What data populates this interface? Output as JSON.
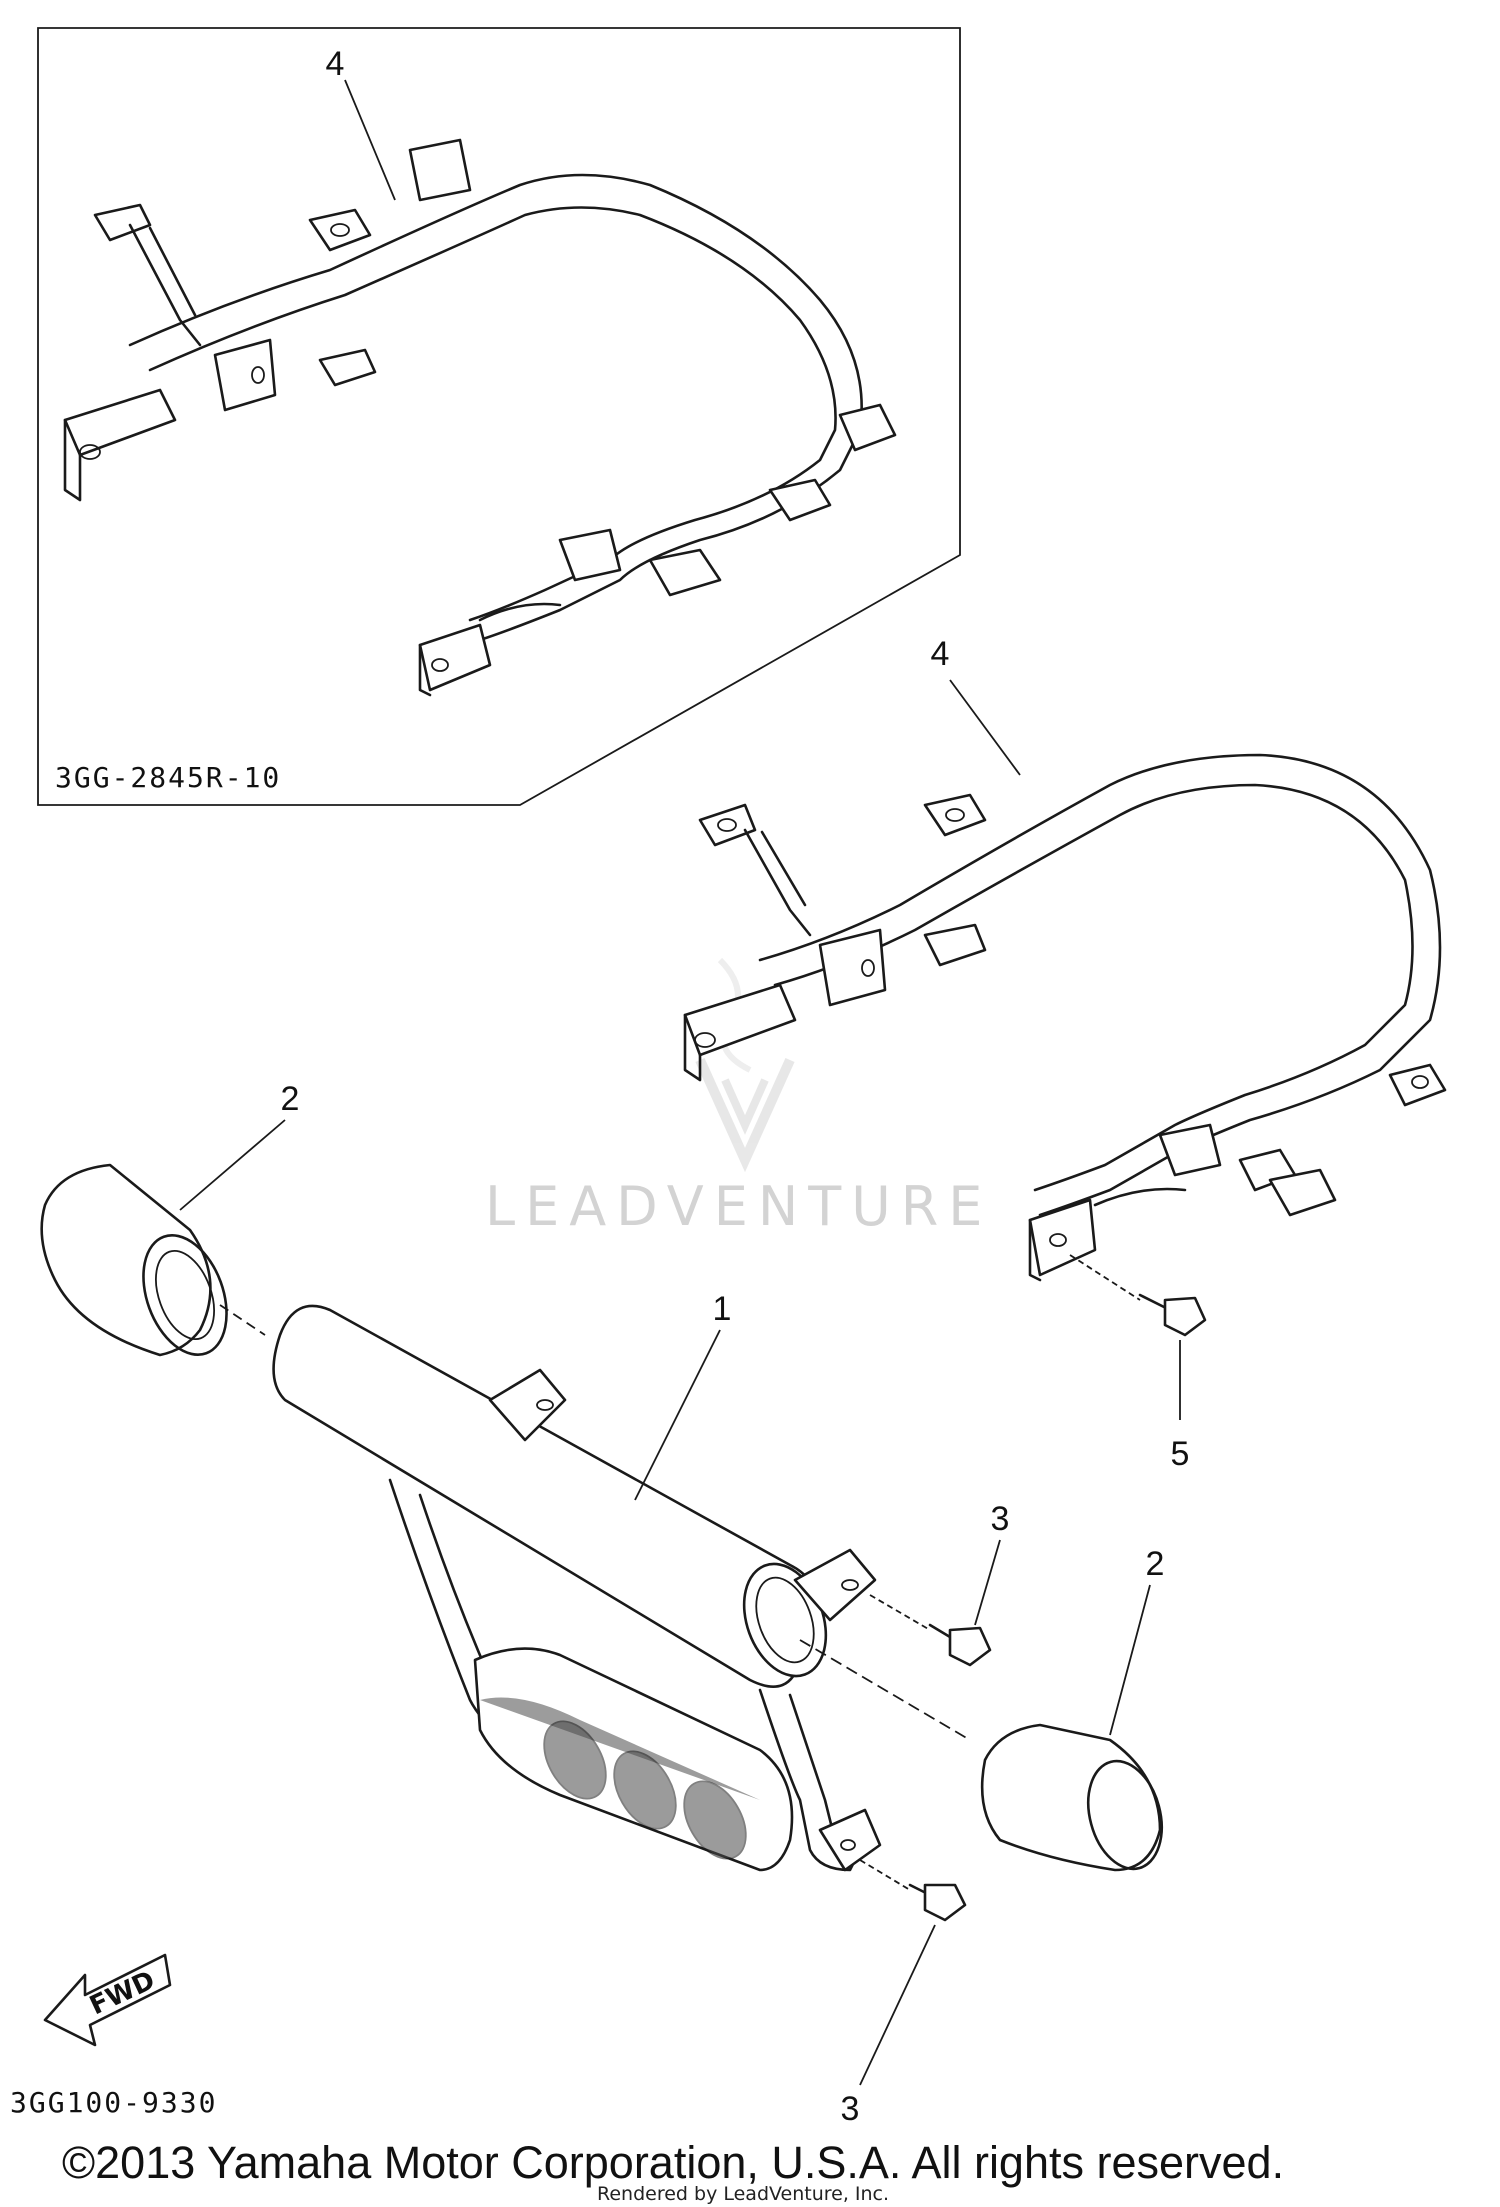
{
  "inset": {
    "code": "3GG-2845R-10",
    "callout": "4"
  },
  "callouts": {
    "guard_frame": "4",
    "front_bar": "1",
    "end_cap_left": "2",
    "end_cap_right": "2",
    "bolt_upper": "3",
    "bolt_lower": "3",
    "frame_bolt": "5"
  },
  "fwd_label": "FWD",
  "diagram_code": "3GG100-9330",
  "watermark": "LEADVENTURE",
  "copyright": "©2013 Yamaha Motor Corporation, U.S.A. All rights reserved.",
  "rendered_by": "Rendered by LeadVenture, Inc."
}
